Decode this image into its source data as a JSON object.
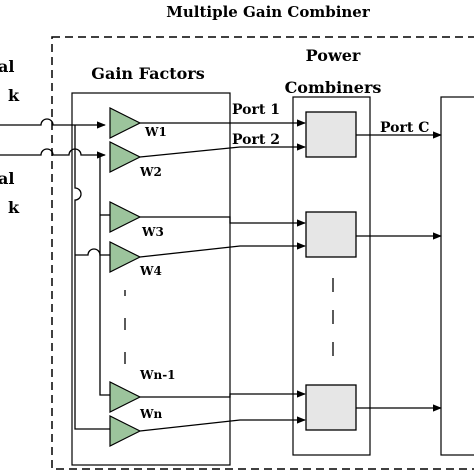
{
  "title": "Multiple Gain Combiner",
  "gain_factors_label": "Gain Factors",
  "power_combiners_label": [
    "Power",
    "Combiners"
  ],
  "left_inputs": [
    {
      "line1": "al",
      "line2": "k"
    },
    {
      "line1": "al",
      "line2": "k"
    }
  ],
  "weights": [
    "W1",
    "W2",
    "W3",
    "W4",
    "Wn-1",
    "Wn"
  ],
  "ports": {
    "port1": "Port 1",
    "port2": "Port 2",
    "portc": "Port C"
  },
  "colors": {
    "amplifier_fill": "#9cc49c",
    "combiner_fill": "#e6e6e6",
    "line": "#000000"
  }
}
